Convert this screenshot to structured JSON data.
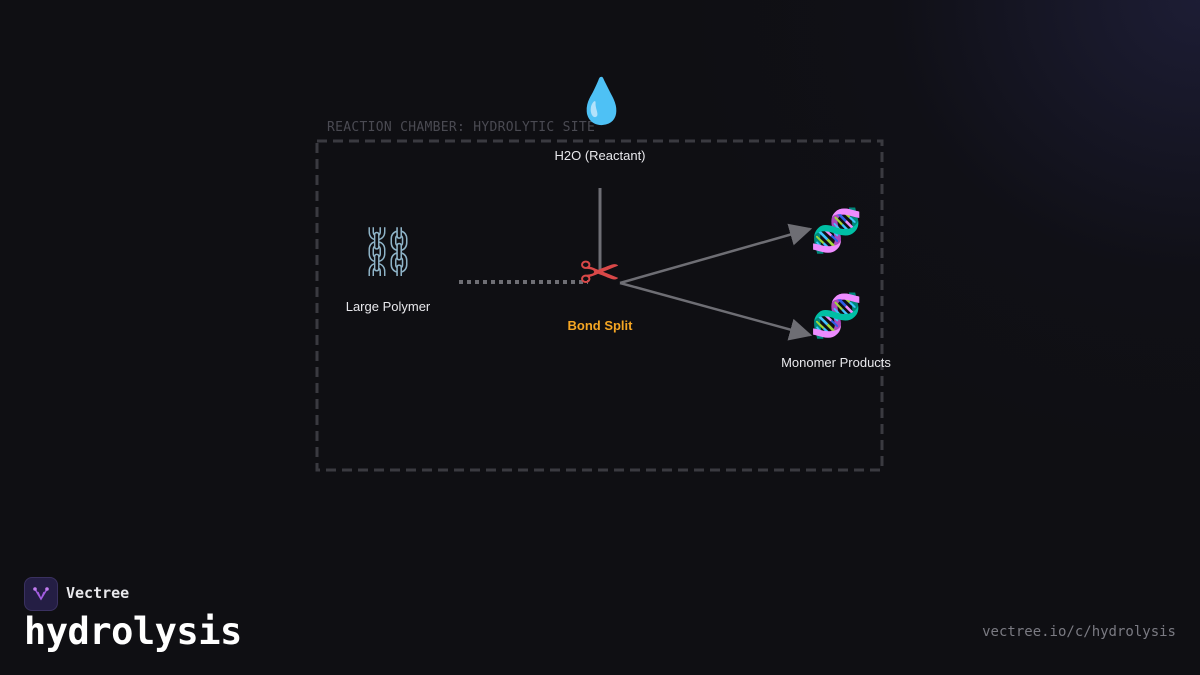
{
  "chamber": {
    "label": "REACTION CHAMBER: HYDROLYTIC SITE"
  },
  "nodes": {
    "water": {
      "icon": "water-drop-icon",
      "glyph": "💧",
      "label": "H2O (Reactant)"
    },
    "polymer": {
      "icon": "chain-link-icon",
      "glyph": "⛓",
      "label": "Large Polymer"
    },
    "split": {
      "icon": "scissors-icon",
      "glyph": "✂",
      "label": "Bond Split"
    },
    "monomer_top": {
      "icon": "dna-icon",
      "glyph": "🧬"
    },
    "monomer_bottom": {
      "icon": "dna-icon",
      "glyph": "🧬",
      "label": "Monomer Products"
    }
  },
  "footer": {
    "brand": "Vectree",
    "title": "hydrolysis",
    "url": "vectree.io/c/hydrolysis"
  },
  "colors": {
    "background": "#0f0f13",
    "accent": "#f5a623",
    "connector": "#6e6e74",
    "chamber_border": "#3a3a40"
  }
}
